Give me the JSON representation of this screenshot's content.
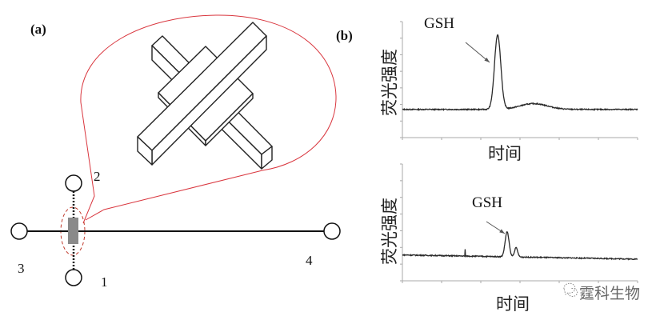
{
  "panel_a": {
    "label": "(a)",
    "ports": [
      "1",
      "2",
      "3",
      "4"
    ]
  },
  "panel_b": {
    "label": "(b)"
  },
  "watermark": "霆科生物",
  "colors": {
    "callout": "#d9363e",
    "trace": "#2a2a2a",
    "peak": "#888888"
  },
  "chart_data": [
    {
      "type": "line",
      "title": "",
      "xlabel": "时间",
      "ylabel": "荧光强度",
      "xlim": [
        0,
        6
      ],
      "ylim": [
        0,
        7
      ],
      "annotation": "GSH",
      "baseline": [
        [
          0,
          1.7
        ],
        [
          6,
          1.7
        ]
      ],
      "peaks": [
        {
          "x": 2.43,
          "height": 4.5,
          "width": 0.08
        },
        {
          "x": 3.35,
          "height": 0.35,
          "width": 0.35
        }
      ],
      "spikes": []
    },
    {
      "type": "line",
      "title": "",
      "xlabel": "时间",
      "ylabel": "荧光强度",
      "xlim": [
        0,
        6
      ],
      "ylim": [
        0,
        7
      ],
      "annotation": "GSH",
      "baseline": [
        [
          0,
          1.55
        ],
        [
          6,
          1.3
        ]
      ],
      "peaks": [
        {
          "x": 2.67,
          "height": 1.5,
          "width": 0.05
        },
        {
          "x": 2.9,
          "height": 0.55,
          "width": 0.04
        }
      ],
      "spikes": [
        {
          "x": 1.6,
          "height": 0.4
        }
      ]
    }
  ]
}
